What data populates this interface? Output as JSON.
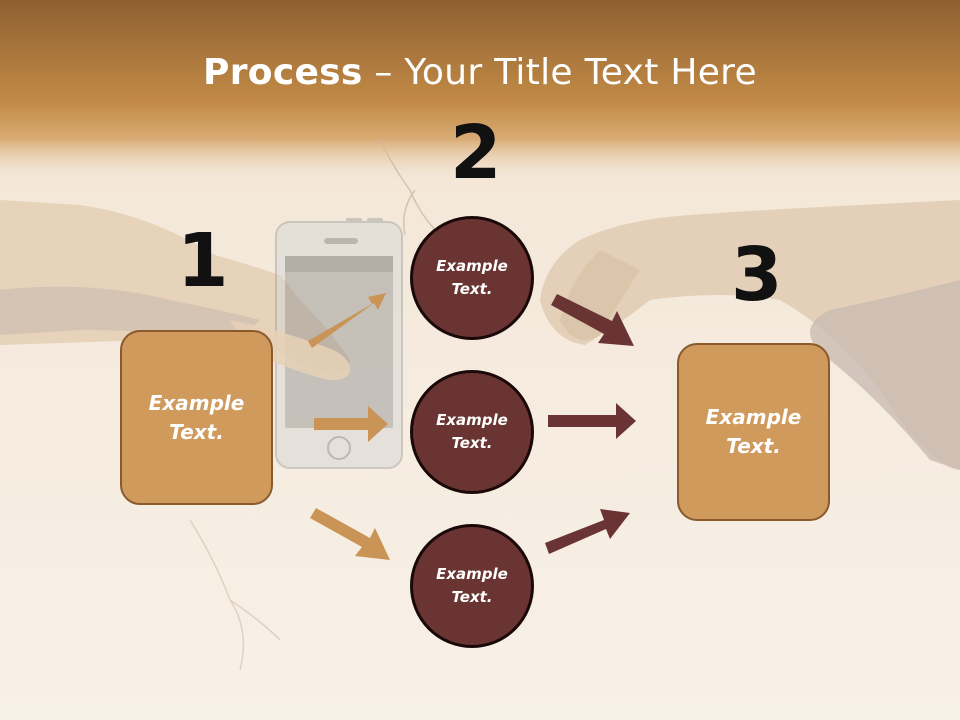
{
  "title": {
    "bold": "Process",
    "rest": " – Your Title Text Here"
  },
  "steps": {
    "one": "1",
    "two": "2",
    "three": "3"
  },
  "left_box": {
    "text": "Example Text."
  },
  "right_box": {
    "text": "Example Text."
  },
  "circles": [
    {
      "text": "Example Text."
    },
    {
      "text": "Example Text."
    },
    {
      "text": "Example Text."
    }
  ],
  "colors": {
    "header_band": "#b9813f",
    "box_fill": "#cf9a5c",
    "circle_fill": "#6a3432",
    "arrow_light": "#c99456",
    "arrow_dark": "#6b3434"
  }
}
